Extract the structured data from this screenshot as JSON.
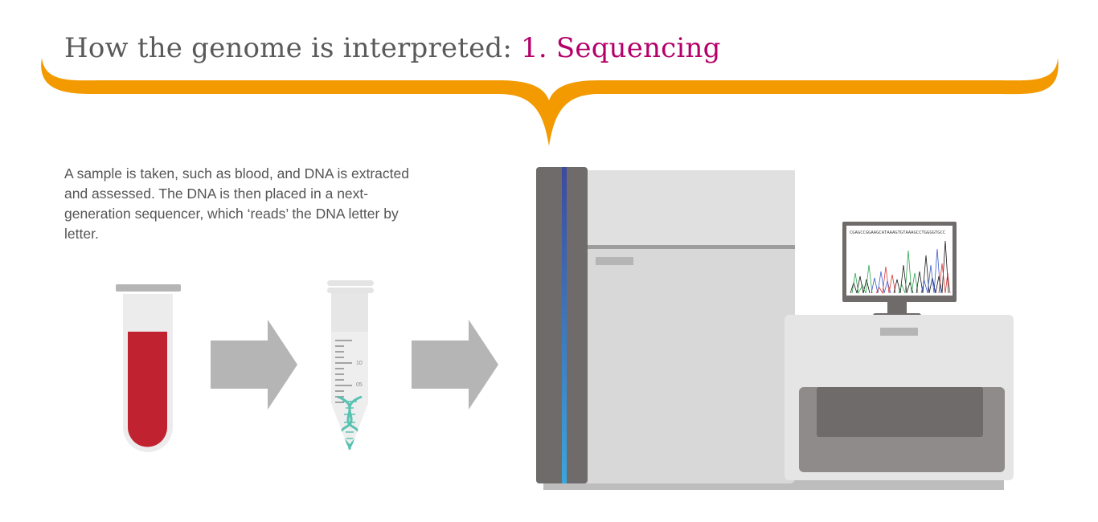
{
  "header": {
    "title_prefix": "How the genome is interpreted: ",
    "title_highlight": "1. Sequencing"
  },
  "description": "A sample is taken, such as blood, and DNA is extracted and assessed. The DNA is then placed in a next-generation sequencer, which ‘reads’ the DNA letter by letter.",
  "tube": {
    "mark_10": "10",
    "mark_05": "05"
  },
  "sequencer": {
    "screen_sequence": "CGAGCCGGAAGCATAAAGTGTAAAGCCTGGGGTGCC"
  },
  "colors": {
    "brace": "#f29a00",
    "title_highlight": "#b5006b",
    "blood": "#c0232f",
    "arrow": "#b5b5b5",
    "dna": "#58c2b0",
    "machine_body": "#d7d7d7",
    "machine_dark": "#6e6b6a",
    "strip_top": "#3d4aa0",
    "strip_bottom": "#3aa6dd"
  },
  "icons": [
    "curly-brace-icon",
    "blood-tube-icon",
    "arrow-right-icon",
    "dna-sample-tube-icon",
    "sequencer-machine-icon",
    "monitor-icon"
  ]
}
